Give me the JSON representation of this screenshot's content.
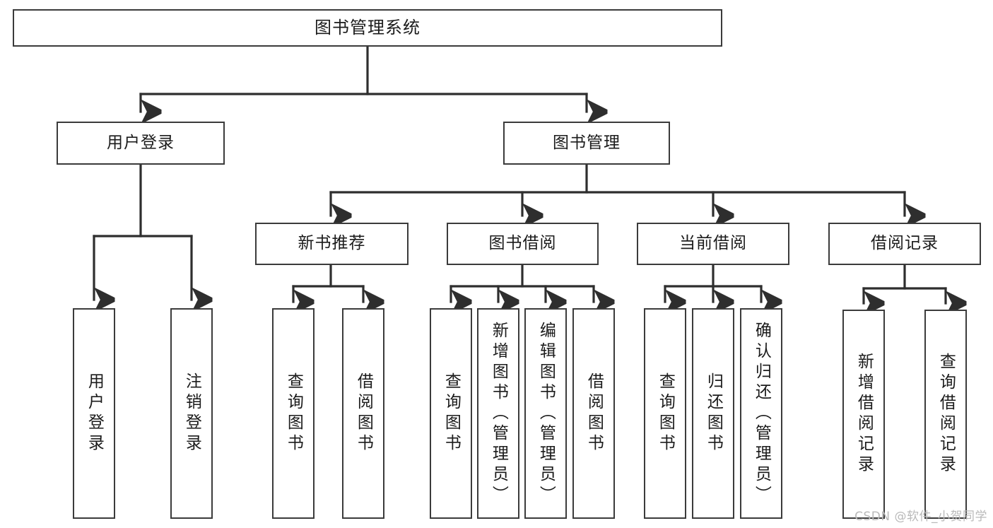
{
  "diagram": {
    "title": "图书管理系统",
    "type": "tree",
    "watermark": "CSDN @软件_小贺同学",
    "colors": {
      "stroke": "#3b3b3b",
      "fill": "#ffffff",
      "text": "#1b1b1b",
      "watermark": "#b9b9b9"
    },
    "nodes": {
      "root": {
        "label": "图书管理系统"
      },
      "level2": [
        {
          "label": "用户登录"
        },
        {
          "label": "图书管理"
        }
      ],
      "level3": [
        {
          "label": "新书推荐"
        },
        {
          "label": "图书借阅"
        },
        {
          "label": "当前借阅"
        },
        {
          "label": "借阅记录"
        }
      ],
      "leaves_user_login": [
        {
          "label": "用户登录"
        },
        {
          "label": "注销登录"
        }
      ],
      "leaves_new_book": [
        {
          "label": "查询图书"
        },
        {
          "label": "借阅图书"
        }
      ],
      "leaves_borrow": [
        {
          "label": "查询图书"
        },
        {
          "label": "新增图书（管理员）"
        },
        {
          "label": "编辑图书（管理员）"
        },
        {
          "label": "借阅图书"
        }
      ],
      "leaves_current": [
        {
          "label": "查询图书"
        },
        {
          "label": "归还图书"
        },
        {
          "label": "确认归还（管理员）"
        }
      ],
      "leaves_records": [
        {
          "label": "新增借阅记录"
        },
        {
          "label": "查询借阅记录"
        }
      ]
    }
  }
}
